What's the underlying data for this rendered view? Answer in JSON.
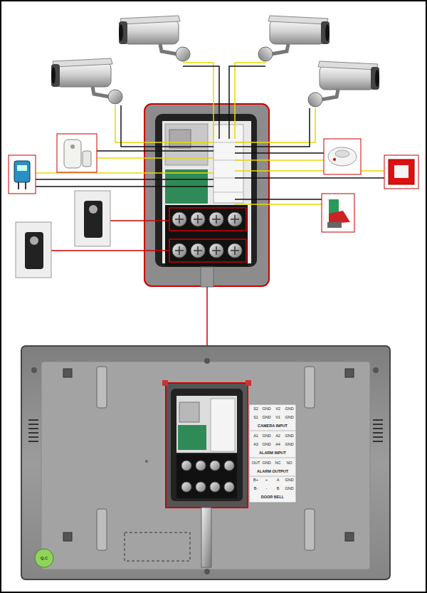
{
  "diagram": {
    "labels": [
      "S2",
      "GND",
      "V2",
      "GND",
      "S1",
      "GND",
      "V1",
      "GND",
      "CAMERA INPUT",
      "A1",
      "GND",
      "A2",
      "GND",
      "A3",
      "GND",
      "A4",
      "GND",
      "ALARM INPUT",
      "OUT",
      "GND",
      "NC",
      "NO",
      "ALARM OUTPUT",
      "B+",
      "+",
      "A",
      "GND",
      "B-",
      "-",
      "B",
      "GND",
      "DOOR BELL",
      "Q.C"
    ]
  }
}
